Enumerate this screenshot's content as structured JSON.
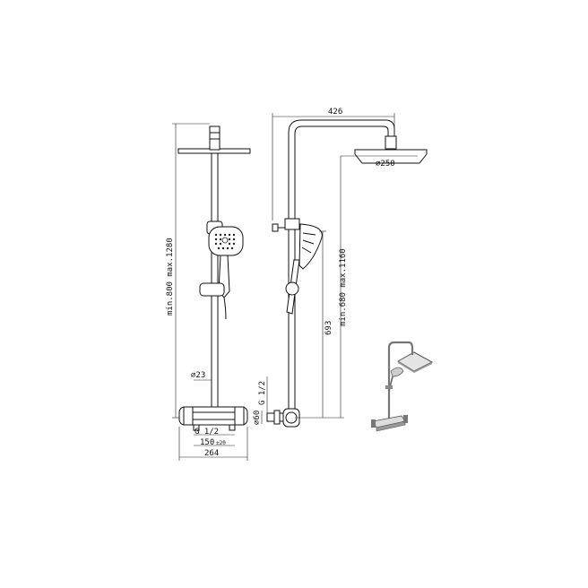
{
  "dimensions": {
    "front_height": "min.800 max.1280",
    "pipe_diameter": "⌀23",
    "inlet_thread": "G 1/2",
    "inlet_spacing": "150",
    "inlet_spacing_tolerance": "±20",
    "overall_width": "264",
    "arm_reach": "426",
    "head_diameter": "⌀250",
    "side_height": "min.680 max.1160",
    "handset_height": "693",
    "outlet_thread": "G 1/2",
    "outlet_diameter": "⌀60"
  }
}
